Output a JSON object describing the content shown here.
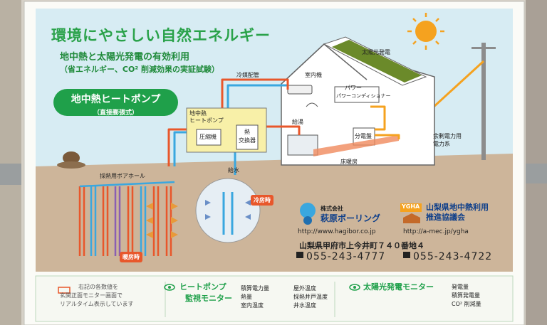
{
  "board": {
    "title": "環境にやさしい自然エネルギー",
    "subtitle": "地中熱と太陽光発電の有効利用",
    "subtitle2": "（省エネルギー、CO² 削減効果の実証試験）",
    "badge_main": "地中熱ヒートポンプ",
    "badge_sub": "（直接膨張式）"
  },
  "diagram": {
    "solar": "太陽光発電",
    "indoor_unit": "室内機",
    "refrigerant_pipe": "冷媒配管",
    "power_conditioner": "パワーコンディショナー",
    "distribution_board": "分電盤",
    "surplus_power_1": "余剰電力用",
    "surplus_power_2": "電力系",
    "heat_pump_1": "地中熱",
    "heat_pump_2": "ヒートポンプ",
    "compressor": "圧縮機",
    "heat_exchanger_1": "熱",
    "heat_exchanger_2": "交換器",
    "hot_water": "給湯",
    "water_supply": "給水",
    "floor_heating": "床暖房",
    "borehole": "採熱用ボアホール",
    "cooling": "冷房時",
    "heating": "暖房時"
  },
  "sponsors": {
    "company_prefix": "株式会社",
    "company_name": "萩原ボーリング",
    "company_url": "http://www.hagibor.co.jp",
    "assoc_logo": "YGHA",
    "assoc_name_1": "山梨県地中熱利用",
    "assoc_name_2": "推進協議会",
    "assoc_url": "http://a-mec.jp/ygha",
    "address": "山梨県甲府市上今井町７４０番地４",
    "tel1": "055-243-4777",
    "fax": "055-243-4722"
  },
  "footer": {
    "note_1": "右記の各数値を",
    "note_2": "玄関正面モニター画面で",
    "note_3": "リアルタイム表示しています",
    "heat_pump_monitor_1": "ヒートポンプ",
    "heat_pump_monitor_2": "監視モニター",
    "hp_items": [
      "積算電力量",
      "熱量",
      "室内温度",
      "屋外温度",
      "採熱井戸温度",
      "井水温度"
    ],
    "solar_monitor": "太陽光発電モニター",
    "solar_items": [
      "発電量",
      "積算発電量",
      "CO² 削減量"
    ]
  },
  "colors": {
    "board_bg": "#eef6ee",
    "green": "#1fa04a",
    "sky": "#d7ecf3",
    "ground": "#cdb59a",
    "warm_pipe": "#e8572b",
    "cool_pipe": "#3aa7df",
    "sun": "#f5a21f"
  }
}
